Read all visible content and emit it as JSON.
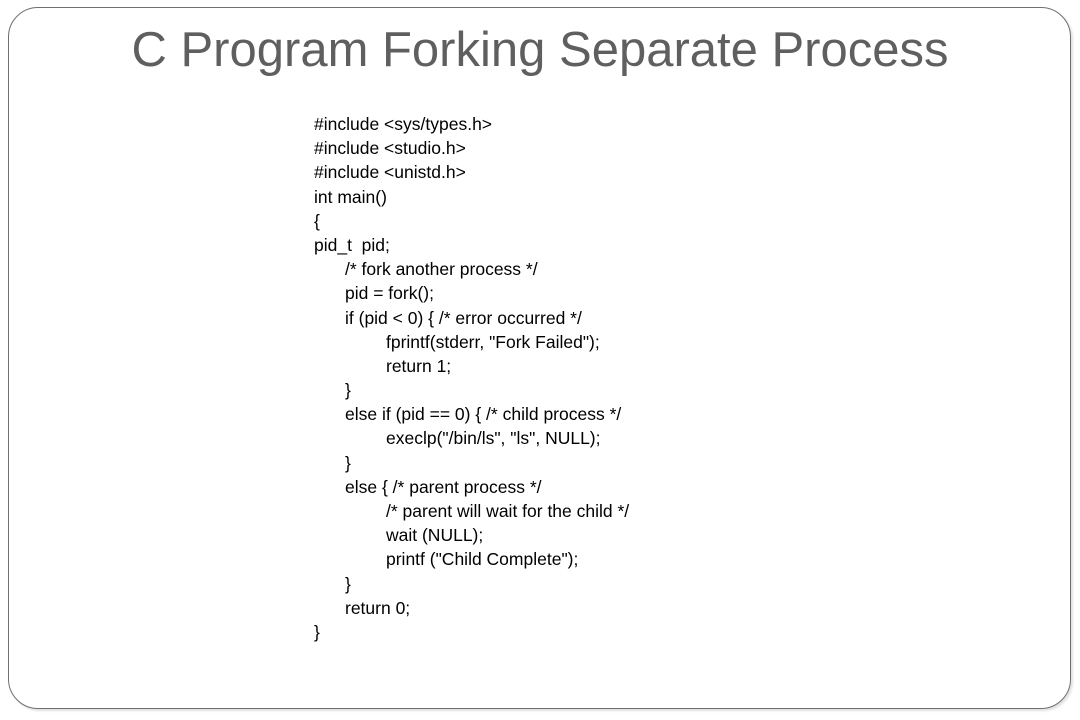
{
  "slide": {
    "title": "C Program Forking Separate Process",
    "code_lines": [
      "#include <sys/types.h>",
      "#include <studio.h>",
      "#include <unistd.h>",
      "int main()",
      "{",
      "pid_t  pid;",
      "/* fork another process */",
      "pid = fork();",
      "if (pid < 0) { /* error occurred */",
      "fprintf(stderr, \"Fork Failed\");",
      "return 1;",
      "}",
      "else if (pid == 0) { /* child process */",
      "execlp(\"/bin/ls\", \"ls\", NULL);",
      "}",
      "else { /* parent process */",
      "/* parent will wait for the child */",
      "wait (NULL);",
      "printf (\"Child Complete\");",
      "}",
      "return 0;",
      "}"
    ]
  },
  "colors": {
    "title": "#5f5f5f",
    "border": "#6f6f6f",
    "code": "#000000",
    "background": "#ffffff"
  }
}
